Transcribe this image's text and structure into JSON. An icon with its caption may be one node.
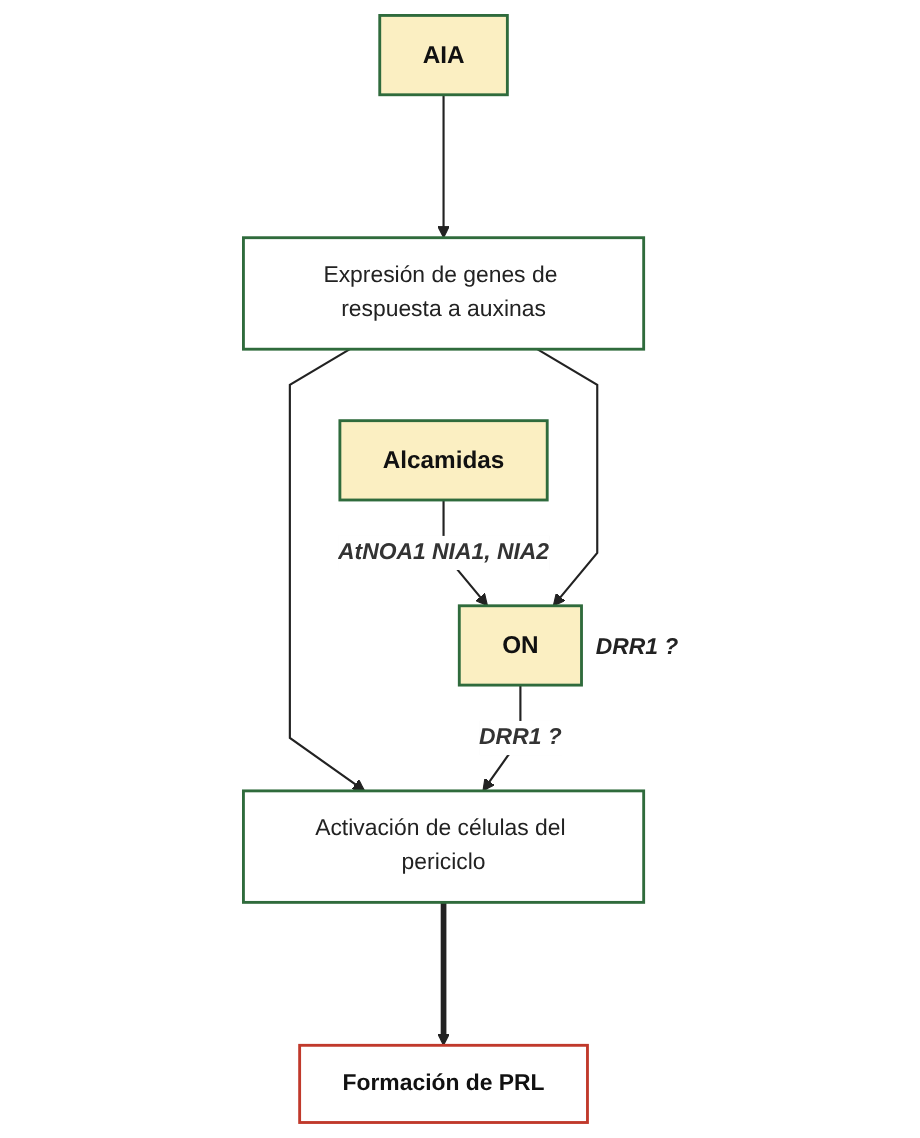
{
  "diagram": {
    "nodes": [
      {
        "text": [
          "AIA"
        ]
      },
      {
        "text": [
          "Alcamidas"
        ]
      },
      {
        "text": [
          "Expresión de genes de respuesta a auxinas"
        ]
      },
      {
        "text": [
          "ON"
        ],
        "beside": [
          "DRR1 ?"
        ]
      },
      {
        "text": [
          "Activación de células del periciclo"
        ]
      },
      {
        "text": [
          "Formación de PRL"
        ]
      }
    ],
    "edges": [
      {
        "from": 0,
        "to": 2,
        "arrow": "to"
      },
      {
        "from": 1,
        "to": 3,
        "arrow": "to",
        "label": "AtNOA1 NIA1, NIA2"
      },
      {
        "from": 2,
        "to": 3,
        "arrow": "to"
      },
      {
        "from": 2,
        "to": 4,
        "arrow": "to"
      },
      {
        "from": 3,
        "to": 4,
        "arrow": "to",
        "label": "DRR1 ?"
      },
      {
        "from": 4,
        "to": 5,
        "arrow": "to",
        "style": "thick"
      }
    ]
  }
}
